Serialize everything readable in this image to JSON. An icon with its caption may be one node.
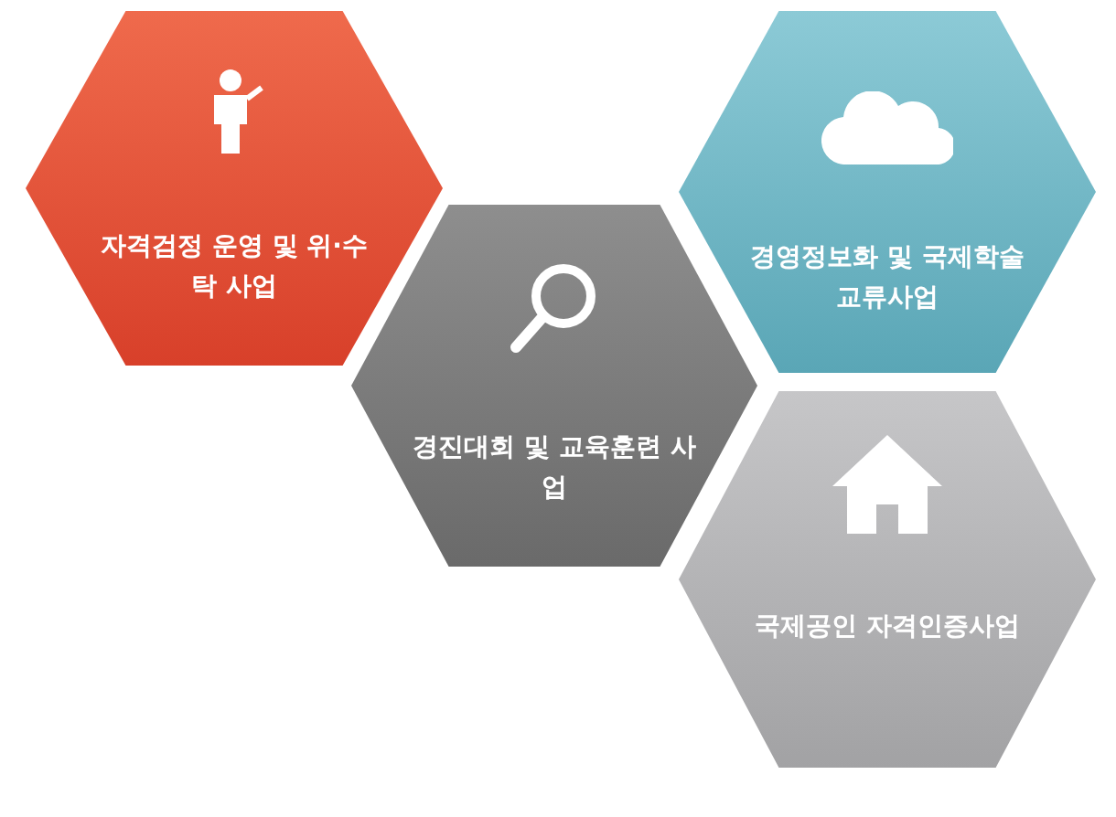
{
  "diagram": {
    "nodes": [
      {
        "text": [
          "자격검정 운영 및 위·수탁 사업"
        ]
      },
      {
        "text": [
          "경영정보화 및 국제학술 교류사업"
        ]
      },
      {
        "text": [
          "경진대회 및 교육훈련 사업"
        ]
      },
      {
        "text": [
          "국제공인 자격인증사업"
        ]
      }
    ]
  }
}
